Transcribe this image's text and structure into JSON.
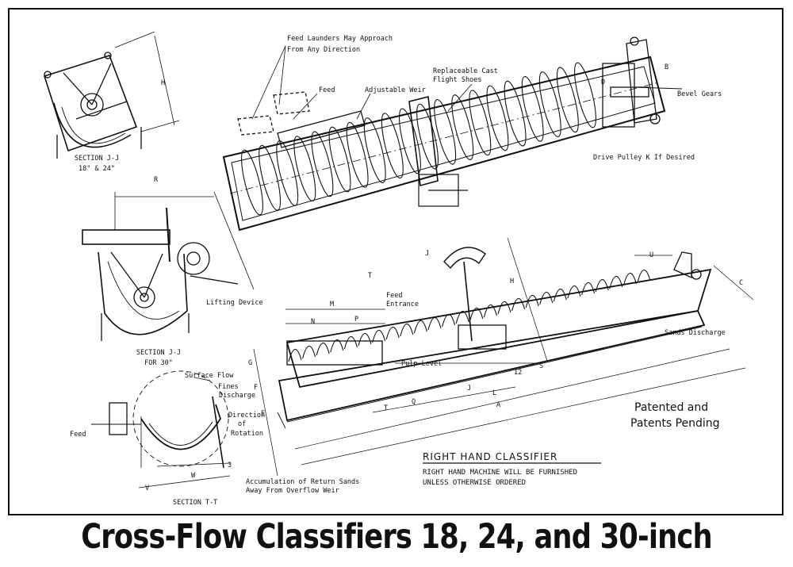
{
  "labels": {
    "feed_launders": "Feed Launders May Approach",
    "feed_launders_2": "From Any Direction",
    "feed_top": "Feed",
    "adjustable_weir": "Adjustable Weir",
    "replaceable": "Replaceable  Cast",
    "flight_shoes": "Flight Shoes",
    "bevel_gears": "Bevel Gears",
    "drive_pulley": "Drive Pulley K If Desired",
    "section_jj": "SECTION  J-J",
    "section_jj_sizes": "18\" & 24\"",
    "lifting_device": "Lifting Device",
    "section_jj_30": "SECTION  J-J",
    "section_jj_30_sub": "FOR 30\"",
    "surface_flow": "Surface Flow",
    "fines": "Fines",
    "discharge": "Discharge",
    "direction": "Direction",
    "of": "of",
    "rotation": "Rotation",
    "feed_left": "Feed",
    "accumulation": "Accumulation of Return Sands",
    "accumulation_2": "Away From Overflow Weir",
    "section_tt": "SECTION  T-T",
    "feed_entrance": "Feed",
    "feed_entrance_2": "Entrance",
    "pulp_level": "Pulp Level",
    "sands_discharge": "Sands Discharge"
  },
  "dimensions": {
    "H_top": "H",
    "D": "D",
    "B": "B",
    "R": "R",
    "M": "M",
    "N": "N",
    "P": "P",
    "H_main": "H",
    "U": "U",
    "C": "C",
    "G": "G",
    "F": "F",
    "E": "E",
    "Q": "Q",
    "L": "L",
    "A": "A",
    "S": "S",
    "twelve": "12",
    "J_up": "J",
    "J_down": "J",
    "T_up": "T",
    "T_down": "T",
    "V": "V",
    "W": "W",
    "three": "3"
  },
  "patent": {
    "line1": "Patented and",
    "line2": "Patents Pending"
  },
  "classifier_note": {
    "heading": "RIGHT  HAND  CLASSIFIER",
    "line1": "RIGHT  HAND  MACHINE  WILL  BE  FURNISHED",
    "line2": "UNLESS   OTHERWISE   ORDERED"
  },
  "title": "Cross-Flow Classifiers 18, 24, and 30-inch"
}
